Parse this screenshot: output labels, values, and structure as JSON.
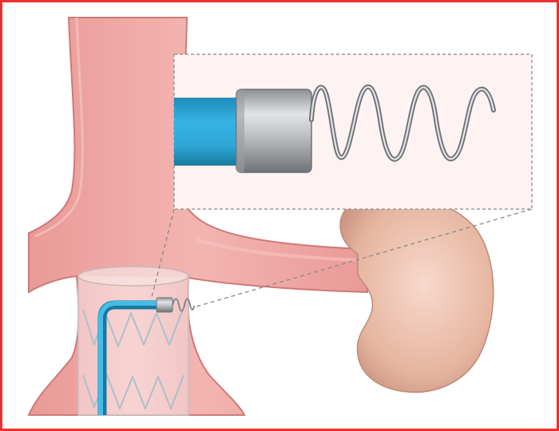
{
  "figure": {
    "frame_color": "#e8322e",
    "colors": {
      "vessel_fill": "#eea6a2",
      "vessel_outline": "#cf7a78",
      "kidney_fill": "#e9bba5",
      "kidney_outline": "#b98c79",
      "catheter": "#2fa8d8",
      "catheter_dark": "#1b86b4",
      "sheath_fill": "#f7dcdc",
      "sheath_outline": "#c4b8b8",
      "connector_metal": "#b7b9bc",
      "coil_wire": "#8e9195",
      "inset_bg": "#fdf3f2",
      "inset_border": "#999999"
    },
    "icons": {
      "kidney": "kidney-shape",
      "coil": "helical-wire-coil",
      "catheter": "bent-catheter-tube"
    }
  }
}
